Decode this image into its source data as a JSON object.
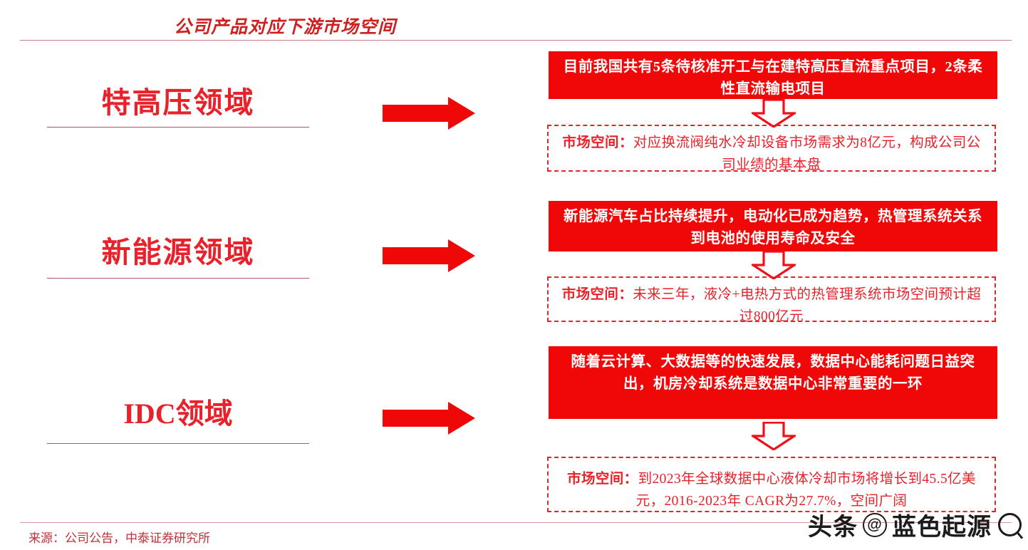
{
  "header": {
    "title": "公司产品对应下游市场空间"
  },
  "sections": [
    {
      "label": "特高压领域",
      "arrow_icon": "right-arrow-icon",
      "statement": "目前我国共有5条待核准开工与在建特高压直流重点项目，2条柔性直流输电项目",
      "down_icon": "down-arrow-icon",
      "market_lead": "市场空间：",
      "market_text": "对应换流阀纯水冷却设备市场需求为8亿元，构成公司公司业绩的基本盘"
    },
    {
      "label": "新能源领域",
      "arrow_icon": "right-arrow-icon",
      "statement": "新能源汽车占比持续提升，电动化已成为趋势，热管理系统关系到电池的使用寿命及安全",
      "down_icon": "down-arrow-icon",
      "market_lead": "市场空间：",
      "market_text": "未来三年，液冷+电热方式的热管理系统市场空间预计超过800亿元"
    },
    {
      "label": "IDC领域",
      "arrow_icon": "right-arrow-icon",
      "statement": "随着云计算、大数据等的快速发展，数据中心能耗问题日益突出，机房冷却系统是数据中心非常重要的一环",
      "down_icon": "down-arrow-icon",
      "market_lead": "市场空间：",
      "market_text": "到2023年全球数据中心液体冷却市场将增长到45.5亿美元，2016-2023年 CAGR为27.7%，空间广阔"
    }
  ],
  "footer": {
    "source": "来源：公司公告，中泰证券研究所"
  },
  "watermark": {
    "brand": "头条",
    "at": "@",
    "account": "蓝色起源",
    "search_icon": "magnifier-icon"
  },
  "colors": {
    "box_fill": "#f00808",
    "accent_red": "#e8222a",
    "title_red": "#cf2020",
    "rule": "#c08088"
  }
}
